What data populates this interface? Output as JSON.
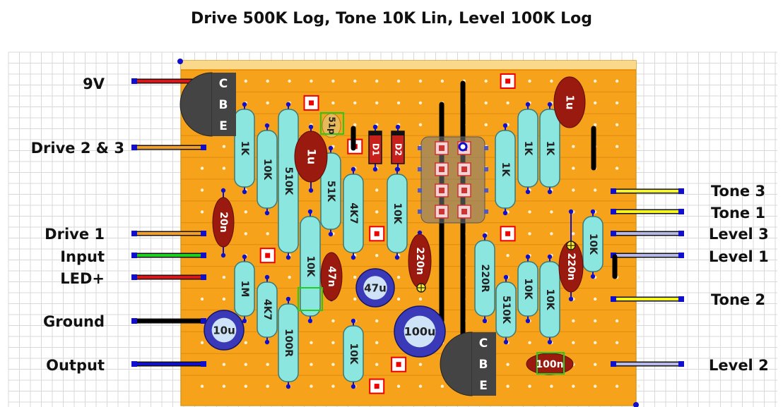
{
  "title": "Drive 500K Log, Tone 10K Lin, Level 100K Log",
  "left_labels": [
    "9V",
    "Drive 2 & 3",
    "Drive 1",
    "Input",
    "LED+",
    "Ground",
    "Output"
  ],
  "right_labels": [
    "Tone 3",
    "Tone 1",
    "Level 3",
    "Level 1",
    "Tone 2",
    "Level 2"
  ],
  "transistors": [
    {
      "pins": [
        "C",
        "B",
        "E"
      ]
    },
    {
      "pins": [
        "C",
        "B",
        "E"
      ]
    }
  ],
  "resistors": [
    "1K",
    "10K",
    "510K",
    "51K",
    "4K7",
    "10K",
    "1K",
    "1K",
    "1K",
    "10K",
    "1M",
    "4K7",
    "100R",
    "10K",
    "10K",
    "220R",
    "510K",
    "10K",
    "10K"
  ],
  "film_caps": [
    "1u",
    "20n",
    "47n",
    "220n",
    "1u",
    "220n",
    "100n"
  ],
  "electrolytic_caps": [
    "47u",
    "10u",
    "100u"
  ],
  "small_caps": [
    "51p"
  ],
  "diodes": [
    "D1",
    "D2"
  ],
  "colors": {
    "board": "#f7a21b",
    "strip_line": "#e08a10",
    "resistor": "#8be6e0",
    "film_cap": "#9a1a0f",
    "electrolytic": "#3a3ab8",
    "wire_red": "#e81010",
    "wire_orange": "#f5a020",
    "wire_green": "#20d020",
    "wire_black": "#000000",
    "wire_blue": "#1010cc",
    "wire_yellow": "#f5f520",
    "wire_lavender": "#b8b8e8"
  }
}
